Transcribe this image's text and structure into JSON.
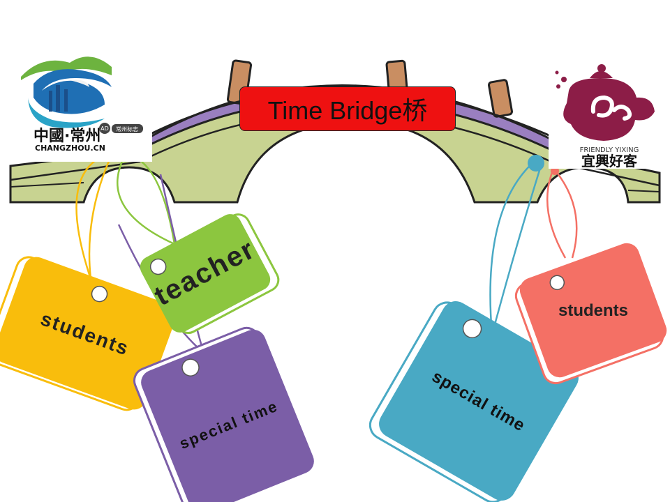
{
  "title": "Time Bridge桥",
  "colors": {
    "bridge_fill": "#c8d391",
    "bridge_rail": "#9a7fc0",
    "post": "#c98e62",
    "yellow_tag": "#f9bd0c",
    "green_tag": "#8cc63f",
    "purple_tag": "#7b5ea7",
    "blue_tag": "#49a9c4",
    "coral_tag": "#f47065",
    "title_bg": "#ee1111"
  },
  "tags": {
    "yellow": "students",
    "green": "teacher",
    "purple": "special time",
    "blue": "special time",
    "coral": "students"
  },
  "logo_left": {
    "icon": "changzhou-logo",
    "text_cn": "中國·常州",
    "text_en": "CHANGZHOU.CN",
    "badge": "AD",
    "sub": "常州标志"
  },
  "logo_right": {
    "icon": "teapot-logo",
    "text_en": "FRIENDLY YIXING",
    "text_cn": "宜興好客"
  }
}
